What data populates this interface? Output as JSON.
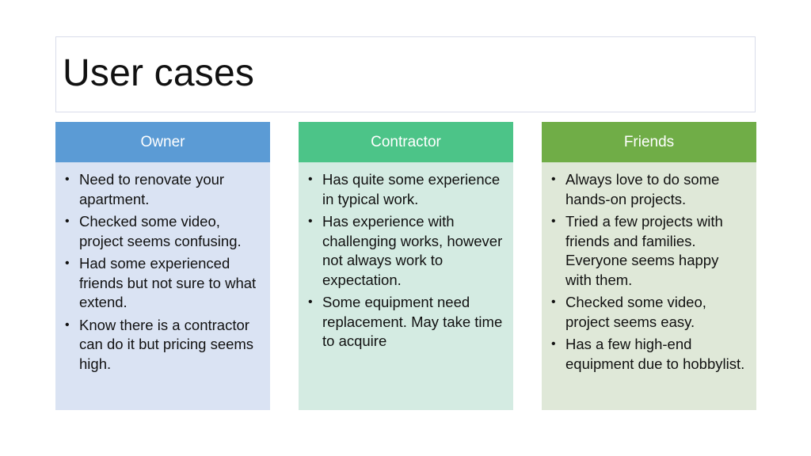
{
  "slide": {
    "title": "User cases"
  },
  "columns": [
    {
      "header": "Owner",
      "header_color": "#5b9bd5",
      "body_color": "#dae3f3",
      "items": [
        "Need to renovate your apartment.",
        "Checked some video, project seems confusing.",
        "Had some experienced friends but not sure to what extend.",
        "Know there is a contractor can do it but pricing seems high."
      ]
    },
    {
      "header": "Contractor",
      "header_color": "#4cc488",
      "body_color": "#d4ebe2",
      "items": [
        "Has quite some experience in typical work.",
        "Has experience with challenging works, however not always work to expectation.",
        "Some equipment need replacement. May take time to acquire"
      ]
    },
    {
      "header": "Friends",
      "header_color": "#70ad47",
      "body_color": "#dfe8d8",
      "items": [
        "Always love to do some hands-on projects.",
        "Tried a few projects with friends and families. Everyone seems happy with them.",
        "Checked some video, project seems easy.",
        "Has a few high-end equipment due to hobbylist."
      ]
    }
  ]
}
